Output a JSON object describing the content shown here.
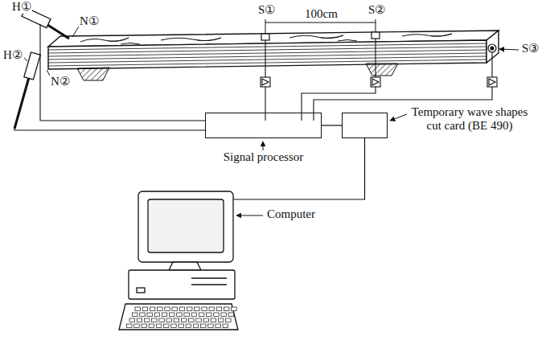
{
  "diagram": {
    "nodes": [
      {
        "text": [
          "Signal processor"
        ]
      },
      {
        "text": [
          "Temporary wave shapes cut card (BE 490)"
        ]
      },
      {
        "text": [
          "Computer"
        ]
      }
    ],
    "edges": [
      {
        "from": 0,
        "to": 1,
        "arrow": "none"
      },
      {
        "from": 1,
        "to": 2,
        "arrow": "none"
      }
    ],
    "labels": [
      "H①",
      "H②",
      "N①",
      "N②",
      "S①",
      "S②",
      "S③",
      "100cm"
    ]
  }
}
